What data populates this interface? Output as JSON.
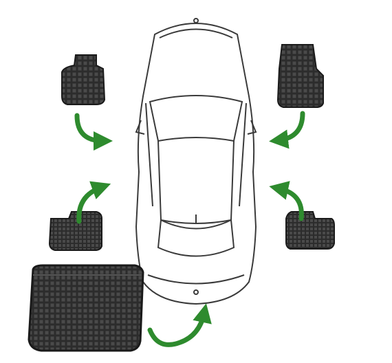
{
  "scene": {
    "items": [
      {
        "name": "car-top-view"
      },
      {
        "name": "front-left-floor-mat"
      },
      {
        "name": "front-right-floor-mat"
      },
      {
        "name": "rear-left-floor-mat"
      },
      {
        "name": "rear-right-floor-mat"
      },
      {
        "name": "trunk-mat"
      }
    ],
    "arrow_icon": "curved-arrow-icon",
    "colors": {
      "arrow": "#2e8b2e",
      "mat": "#2c2c2c",
      "mat_grid": "#4a4a4a",
      "car_outline": "#3a3a3a"
    }
  }
}
